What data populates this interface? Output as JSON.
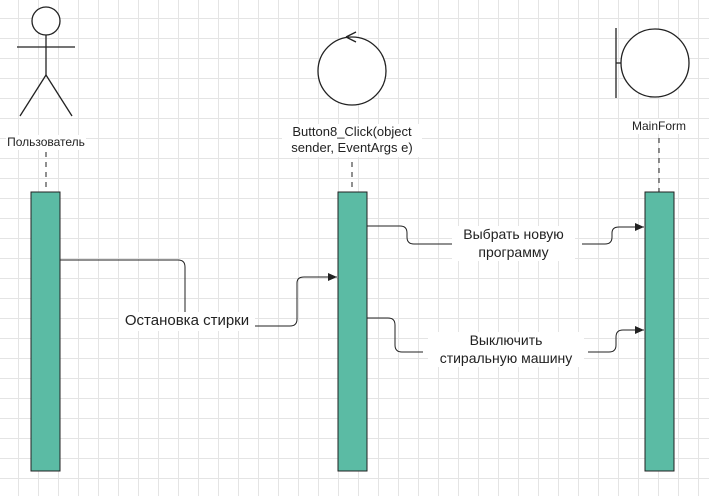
{
  "participants": {
    "actor": "Пользователь",
    "control_line1": "Button8_Click(object",
    "control_line2": "sender, EventArgs e)",
    "boundary": "MainForm"
  },
  "messages": {
    "stop_wash": "Остановка стирки",
    "select_program_line1": "Выбрать новую",
    "select_program_line2": "программу",
    "turn_off_line1": "Выключить",
    "turn_off_line2": "стиральную машину"
  },
  "colors": {
    "activation": "#5bbba4",
    "stroke": "#222222",
    "grid": "#e4e4e4"
  }
}
